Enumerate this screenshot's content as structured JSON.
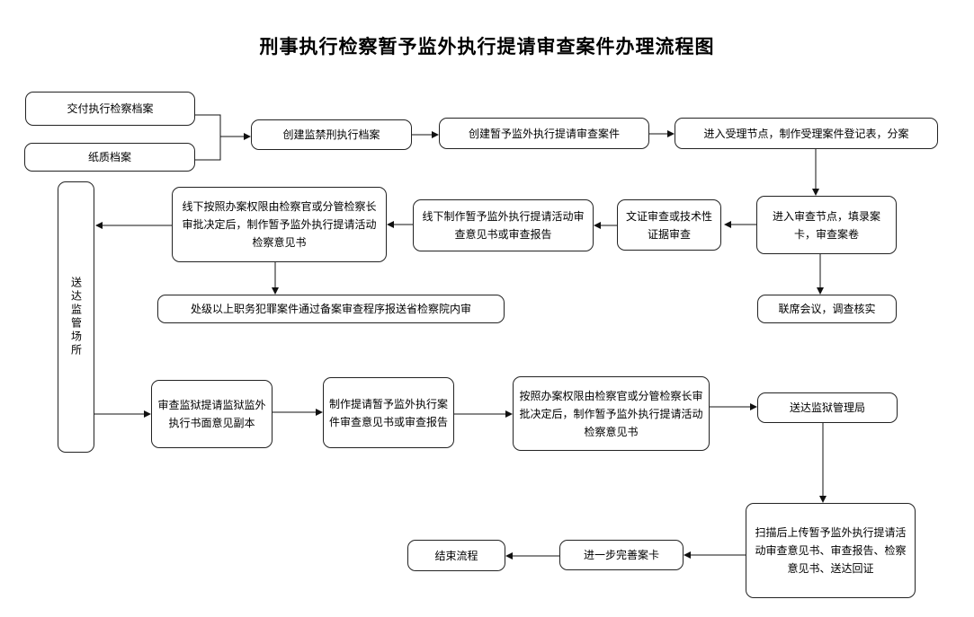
{
  "title": "刑事执行检察暂予监外执行提请审查案件办理流程图",
  "nodes": {
    "n1": "交付执行检察档案",
    "n2": "纸质档案",
    "n3": "创建监禁刑执行档案",
    "n4": "创建暂予监外执行提请审查案件",
    "n5": "进入受理节点，制作受理案件登记表，分案",
    "n6": "进入审查节点，填录案卡，审查案卷",
    "n7": "联席会议，调查核实",
    "n8": "文证审查或技术性证据审查",
    "n9": "线下制作暂予监外执行提请活动审查意见书或审查报告",
    "n10": "线下按照办案权限由检察官或分管检察长审批决定后，制作暂予监外执行提请活动检察意见书",
    "n11": "处级以上职务犯罪案件通过备案审查程序报送省检察院内审",
    "n12": "送达监管场所",
    "n13": "审查监狱提请监狱监外执行书面意见副本",
    "n14": "制作提请暂予监外执行案件审查意见书或审查报告",
    "n15": "按照办案权限由检察官或分管检察长审批决定后，制作暂予监外执行提请活动检察意见书",
    "n16": "送达监狱管理局",
    "n17": "扫描后上传暂予监外执行提请活动审查意见书、审查报告、检察意见书、送达回证",
    "n18": "进一步完善案卡",
    "n19": "结束流程"
  }
}
